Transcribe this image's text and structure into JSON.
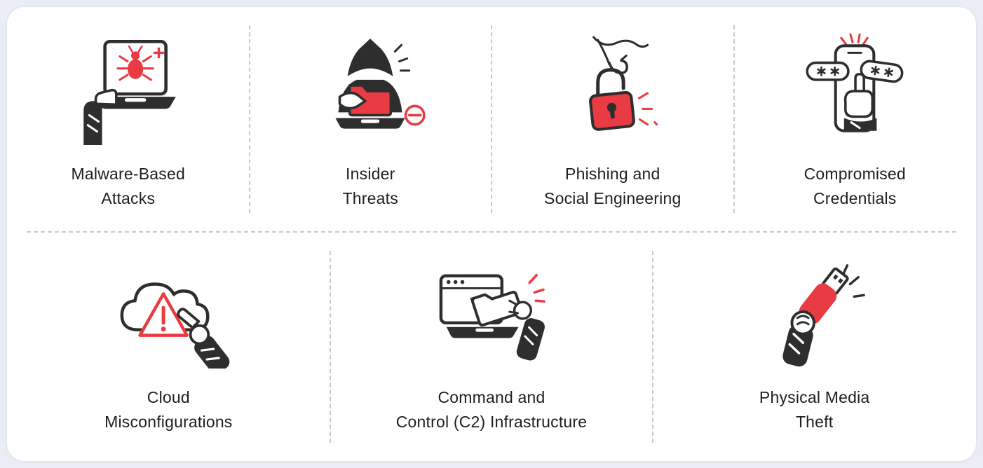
{
  "colors": {
    "accent_red": "#e83b43",
    "ink": "#2e2e2e",
    "divider": "#c6c9d7",
    "page_background": "#ebedf6",
    "card_background": "#ffffff"
  },
  "items": [
    {
      "icon": "malware-laptop-icon",
      "lines": [
        "Malware-Based",
        "Attacks"
      ]
    },
    {
      "icon": "insider-threat-icon",
      "lines": [
        "Insider",
        "Threats"
      ]
    },
    {
      "icon": "phishing-lock-icon",
      "lines": [
        "Phishing and",
        "Social Engineering"
      ]
    },
    {
      "icon": "credentials-phone-icon",
      "lines": [
        "Compromised",
        "Credentials"
      ]
    },
    {
      "icon": "cloud-warning-icon",
      "lines": [
        "Cloud",
        "Misconfigurations"
      ]
    },
    {
      "icon": "c2-infrastructure-icon",
      "lines": [
        "Command and",
        "Control (C2) Infrastructure"
      ]
    },
    {
      "icon": "usb-theft-icon",
      "lines": [
        "Physical Media",
        "Theft"
      ]
    }
  ]
}
